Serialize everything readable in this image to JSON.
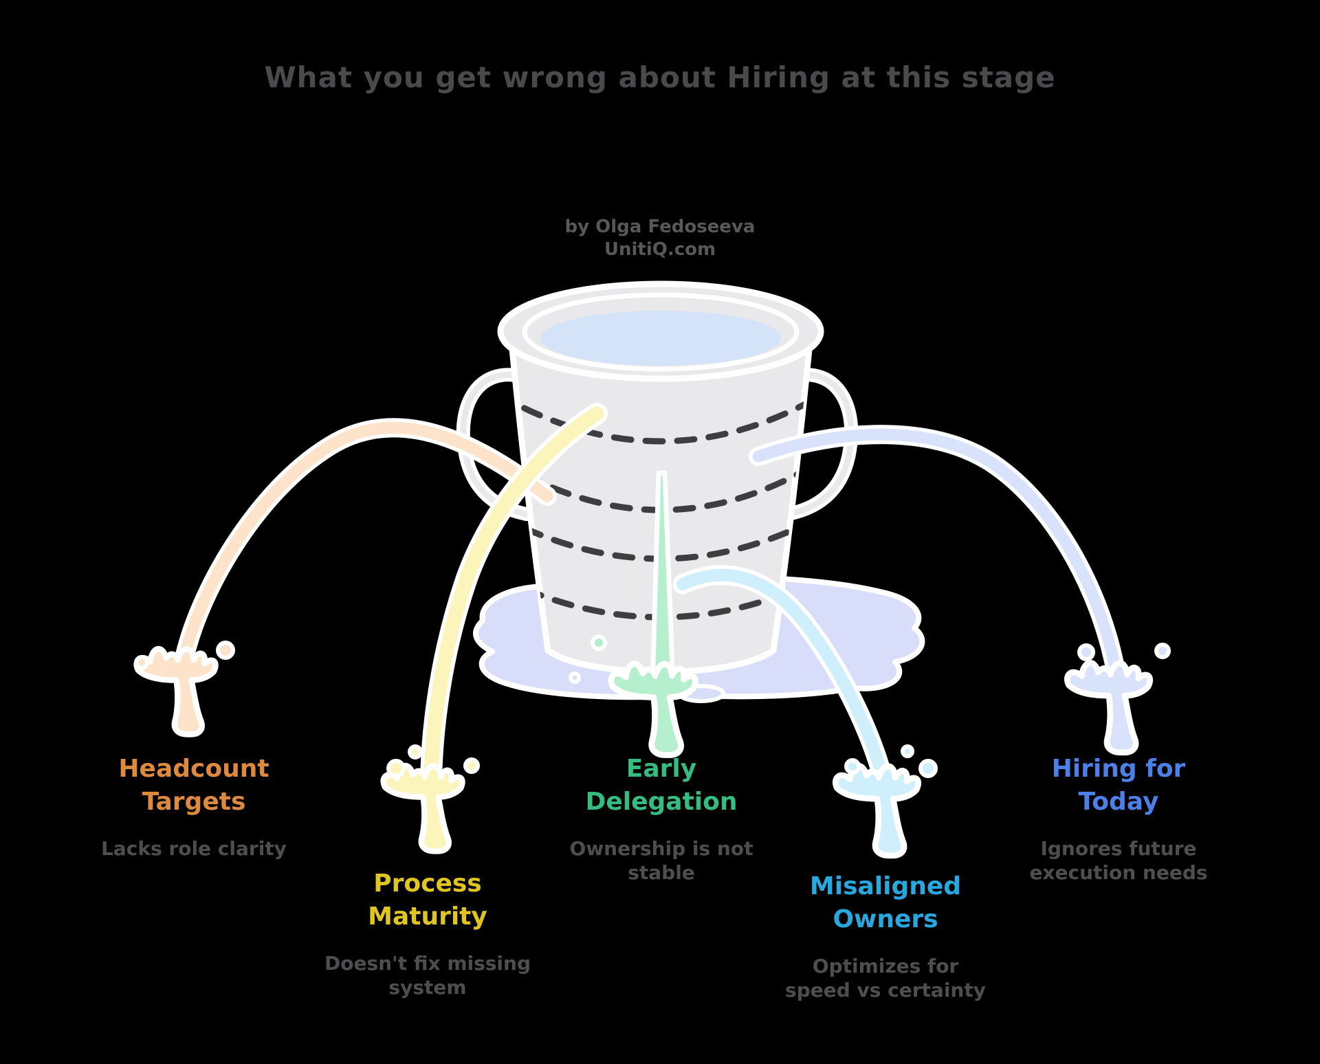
{
  "title": "What you get wrong about Hiring at this stage",
  "attribution": {
    "line1": "by Olga Fedoseeva",
    "line2": "UnitiQ.com"
  },
  "bucket": {
    "description": "leaking bucket of water with dashed fill levels and puddle"
  },
  "labels": [
    {
      "id": "headcount-targets",
      "heading_line1": "Headcount",
      "heading_line2": "Targets",
      "subtitle_line1": "Lacks role clarity",
      "subtitle_line2": "",
      "color_key": "orange"
    },
    {
      "id": "process-maturity",
      "heading_line1": "Process",
      "heading_line2": "Maturity",
      "subtitle_line1": "Doesn't fix missing",
      "subtitle_line2": "system",
      "color_key": "yellow"
    },
    {
      "id": "early-delegation",
      "heading_line1": "Early",
      "heading_line2": "Delegation",
      "subtitle_line1": "Ownership is not",
      "subtitle_line2": "stable",
      "color_key": "green"
    },
    {
      "id": "misaligned-owners",
      "heading_line1": "Misaligned",
      "heading_line2": "Owners",
      "subtitle_line1": "Optimizes for",
      "subtitle_line2": "speed vs certainty",
      "color_key": "cyan"
    },
    {
      "id": "hiring-for-today",
      "heading_line1": "Hiring for",
      "heading_line2": "Today",
      "subtitle_line1": "Ignores future",
      "subtitle_line2": "execution needs",
      "color_key": "blue"
    }
  ],
  "colors": {
    "background": "#000000",
    "title_gray": "#4a4a4d",
    "attribution_gray": "#58585a",
    "subtitle_gray": "#4e4e50",
    "orange": "#dd8a3e",
    "yellow": "#e0c51f",
    "green": "#35bc80",
    "cyan": "#27a9e0",
    "blue": "#4b80e8",
    "bucket_gray": "#e9e9eb",
    "water_blue": "#d5e3f8",
    "dash_gray": "#3e3e41",
    "puddle_blue": "#d8def9",
    "peach_stream": "#fce3c9",
    "yellow_stream": "#fcf5bb",
    "mint_stream": "#b5efcd",
    "cyan_stream": "#cfeffc",
    "lavender_stream": "#d9e2fb"
  }
}
